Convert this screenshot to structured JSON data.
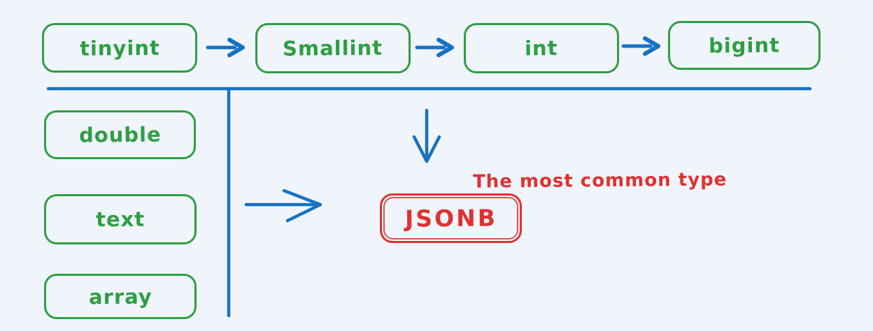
{
  "colors": {
    "green": "#2f9e44",
    "blue": "#1971c2",
    "red": "#e03131",
    "background": "#eff5fb"
  },
  "diagram": {
    "top_row": [
      {
        "label": "tinyint"
      },
      {
        "label": "Smallint"
      },
      {
        "label": "int"
      },
      {
        "label": "bigint"
      }
    ],
    "left_column": [
      {
        "label": "double"
      },
      {
        "label": "text"
      },
      {
        "label": "array"
      }
    ],
    "highlight": {
      "label": "JSONB",
      "annotation": "The most common type"
    }
  }
}
